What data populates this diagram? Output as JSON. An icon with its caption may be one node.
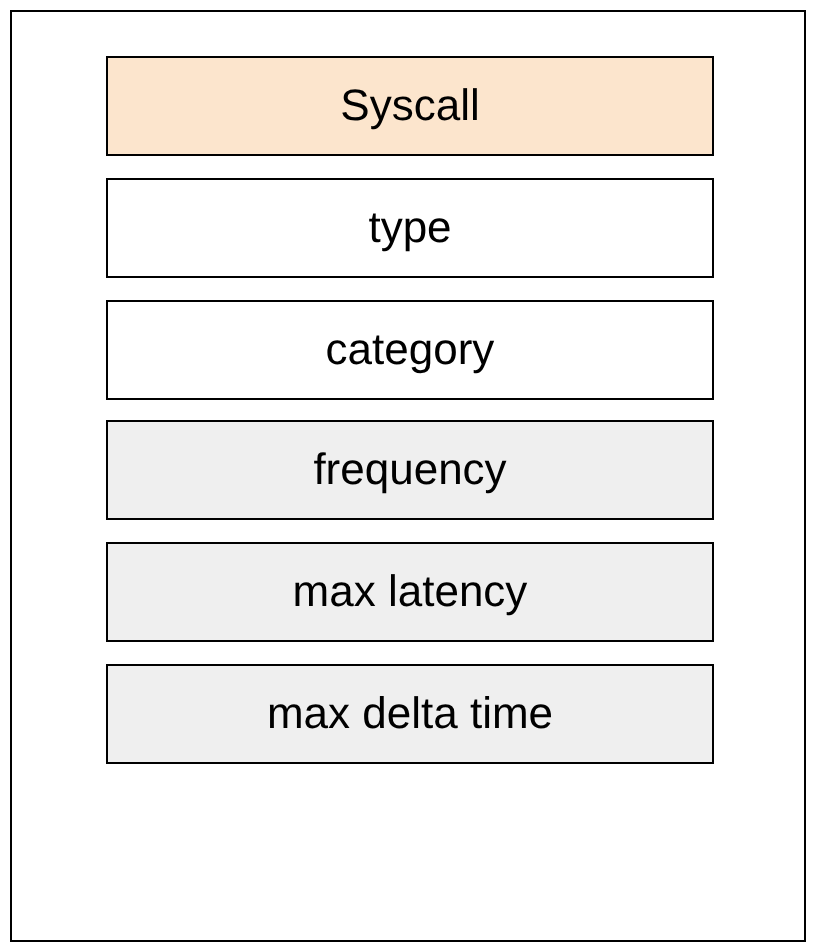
{
  "diagram": {
    "nodes": [
      {
        "text": [],
        "shape": "box"
      },
      {
        "text": [
          "Syscall"
        ],
        "in": 0
      },
      {
        "text": [
          "type"
        ],
        "in": 0
      },
      {
        "text": [
          "category"
        ],
        "in": 0
      },
      {
        "text": [
          "frequency"
        ],
        "in": 0
      },
      {
        "text": [
          "max latency"
        ],
        "in": 0
      },
      {
        "text": [
          "max delta time"
        ],
        "in": 0
      }
    ]
  }
}
